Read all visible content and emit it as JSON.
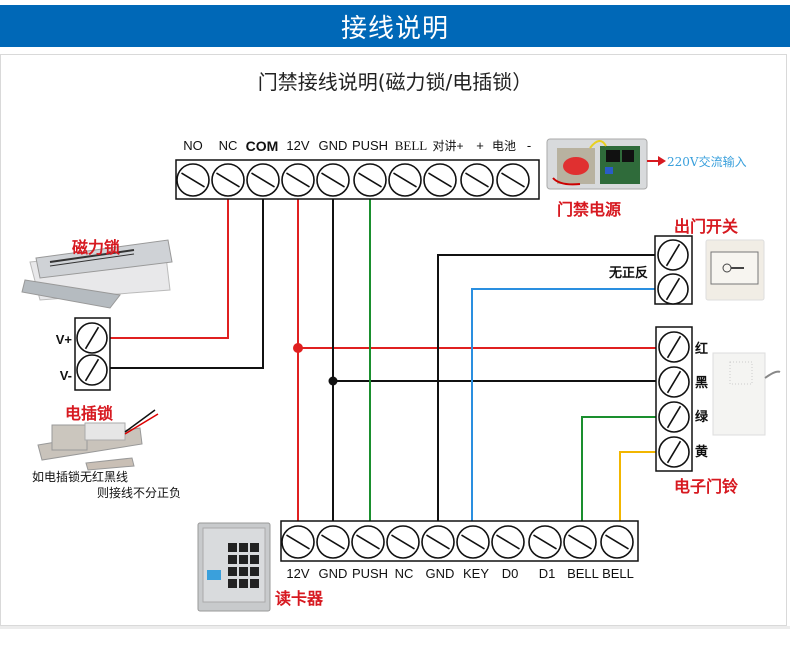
{
  "header": {
    "title": "接线说明"
  },
  "diagram": {
    "title": "门禁接线说明(磁力锁/电插锁）",
    "colors": {
      "header_bg": "#0068b7",
      "wire_red": "#e02020",
      "wire_black": "#111111",
      "wire_green": "#1a8f2e",
      "wire_blue": "#2a8fe0",
      "wire_yellow": "#f2b600",
      "label_red": "#d71920",
      "ac_label": "#3aa0dc"
    },
    "power_supply": {
      "label": "门禁电源",
      "ac_input_label": "220V交流输入",
      "terminals": [
        "NO",
        "NC",
        "COM",
        "12V",
        "GND",
        "PUSH",
        "BELL",
        "对讲+",
        "+",
        "电池",
        "-"
      ]
    },
    "magnetic_lock": {
      "label": "磁力锁",
      "terminals": [
        "V+",
        "V-"
      ]
    },
    "electric_bolt_lock": {
      "label": "电插锁",
      "note_line1": "如电插锁无红黑线",
      "note_line2": "则接线不分正负"
    },
    "exit_button": {
      "label": "出门开关",
      "polarity_note": "无正反"
    },
    "doorbell": {
      "label": "电子门铃",
      "terminals": [
        "红",
        "黑",
        "绿",
        "黄"
      ]
    },
    "card_reader": {
      "label": "读卡器",
      "terminals": [
        "12V",
        "GND",
        "PUSH",
        "NC",
        "GND",
        "KEY",
        "D0",
        "D1",
        "BELL",
        "BELL"
      ]
    }
  }
}
